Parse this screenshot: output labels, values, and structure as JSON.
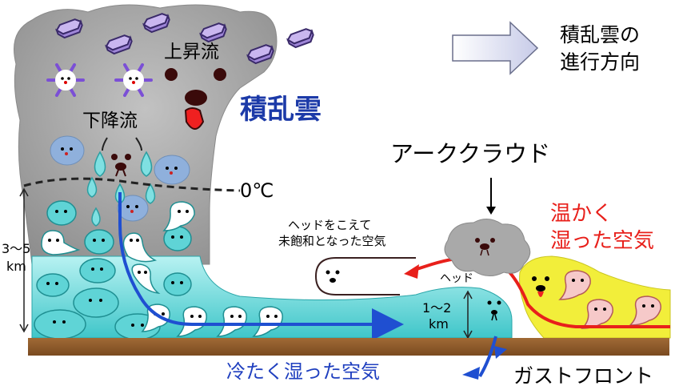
{
  "labels": {
    "updraft": "上昇流",
    "downdraft": "下降流",
    "cumulonimbus": "積乱雲",
    "freezing_level": "0℃",
    "height_left_value": "3～5",
    "height_left_unit": "km",
    "arc_cloud": "アーククラウド",
    "beyond_head_line1": "ヘッドをこえて",
    "beyond_head_line2": "未飽和となった空気",
    "head": "ヘッド",
    "warm_line1": "温かく",
    "warm_line2": "湿った空気",
    "head_height_value": "1～2",
    "head_height_unit": "km",
    "cold_air": "冷たく湿った空気",
    "gust_front": "ガストフロント",
    "direction_line1": "積乱雲の",
    "direction_line2": "進行方向"
  },
  "colors": {
    "cloud_gray": "#a9a9a9",
    "cold_air_cyan": "#5fd4d6",
    "warm_air_yellow": "#f2ee3a",
    "ground_brown": "#8b5a2b",
    "flow_blue": "#1f4fd1",
    "warm_flow_red": "#e8201b",
    "cumulonimbus_blue": "#1c3aa8",
    "warm_text_red": "#e8201b",
    "cold_text_blue": "#1f3fbf"
  },
  "icons": [
    "ice-crystal-icon",
    "snowflake-icon",
    "raindrop-icon",
    "hail-icon",
    "cold-air-blob-icon",
    "warm-air-ghost-icon",
    "cloud-face-icon",
    "direction-arrow-icon"
  ]
}
